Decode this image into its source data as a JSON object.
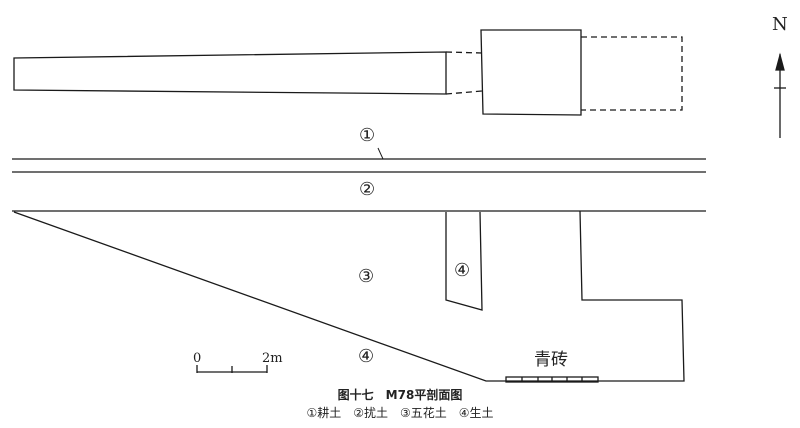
{
  "north": {
    "label": "N"
  },
  "layers": {
    "upper_1": "①",
    "upper_2": "②",
    "fill_3": "③",
    "pit_4": "④",
    "lower_4": "④"
  },
  "annotations": {
    "brick": "青砖"
  },
  "scale": {
    "zero": "0",
    "end": "2m"
  },
  "caption": {
    "title": "图十七　M78平剖面图",
    "legend": "①耕土　②扰土　③五花土　④生土"
  }
}
